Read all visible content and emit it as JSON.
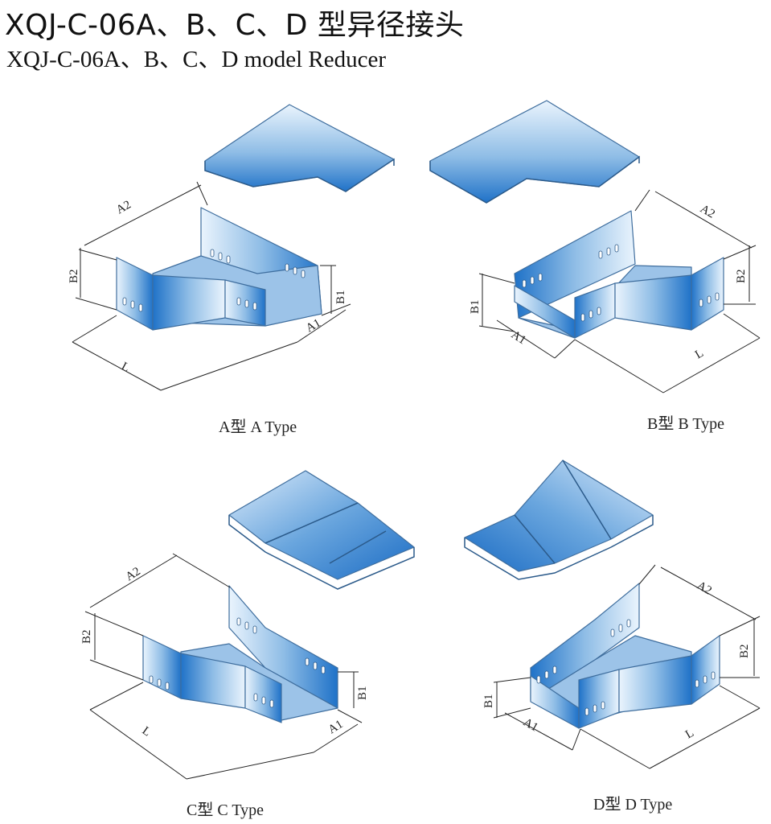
{
  "header": {
    "title_zh": "XQJ-C-06A、B、C、D 型异径接头",
    "title_en": "XQJ-C-06A、B、C、D model Reducer"
  },
  "figures": [
    {
      "id": "a",
      "caption": "A型  A Type",
      "dims": {
        "a2": "A2",
        "b2": "B2",
        "b1": "B1",
        "a1": "A1",
        "l": "L"
      }
    },
    {
      "id": "b",
      "caption": "B型  B Type",
      "dims": {
        "a2": "A2",
        "b2": "B2",
        "b1": "B1",
        "a1": "A1",
        "l": "L"
      }
    },
    {
      "id": "c",
      "caption": "C型  C Type",
      "dims": {
        "a2": "A2",
        "b2": "B2",
        "b1": "B1",
        "a1": "A1",
        "l": "L"
      }
    },
    {
      "id": "d",
      "caption": "D型  D Type",
      "dims": {
        "a2": "A2",
        "b2": "B2",
        "b1": "B1",
        "a1": "A1",
        "l": "L"
      }
    }
  ],
  "colors": {
    "metal_light": "#eaf4fd",
    "metal_mid": "#8fbde6",
    "metal_dark": "#1f72c8",
    "edge": "#2b5a8a"
  }
}
